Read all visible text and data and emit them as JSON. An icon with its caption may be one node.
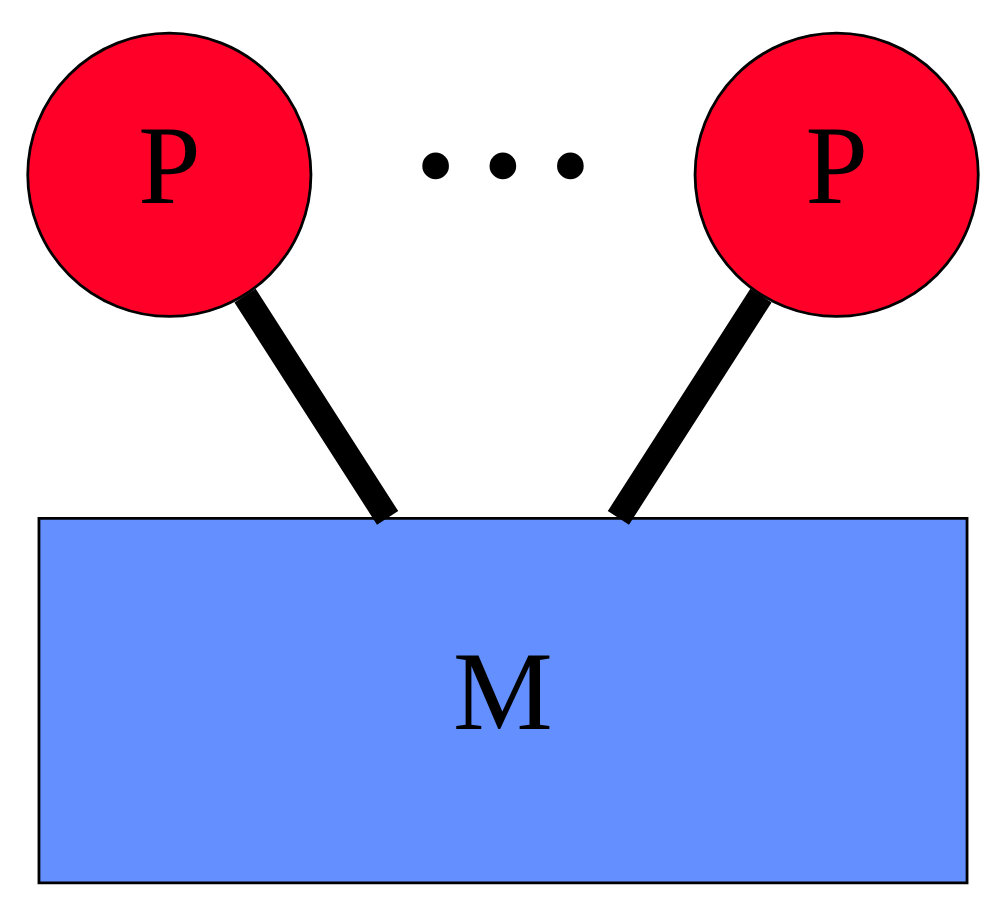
{
  "diagram": {
    "nodes": [
      {
        "text": [
          "P"
        ]
      },
      {
        "text": [
          "P"
        ]
      },
      {
        "text": [
          "M"
        ]
      }
    ],
    "edges": [
      {
        "from": 0,
        "to": 2,
        "arrow": "none"
      },
      {
        "from": 1,
        "to": 2,
        "arrow": "none"
      }
    ],
    "labels": [
      "• • •"
    ]
  }
}
